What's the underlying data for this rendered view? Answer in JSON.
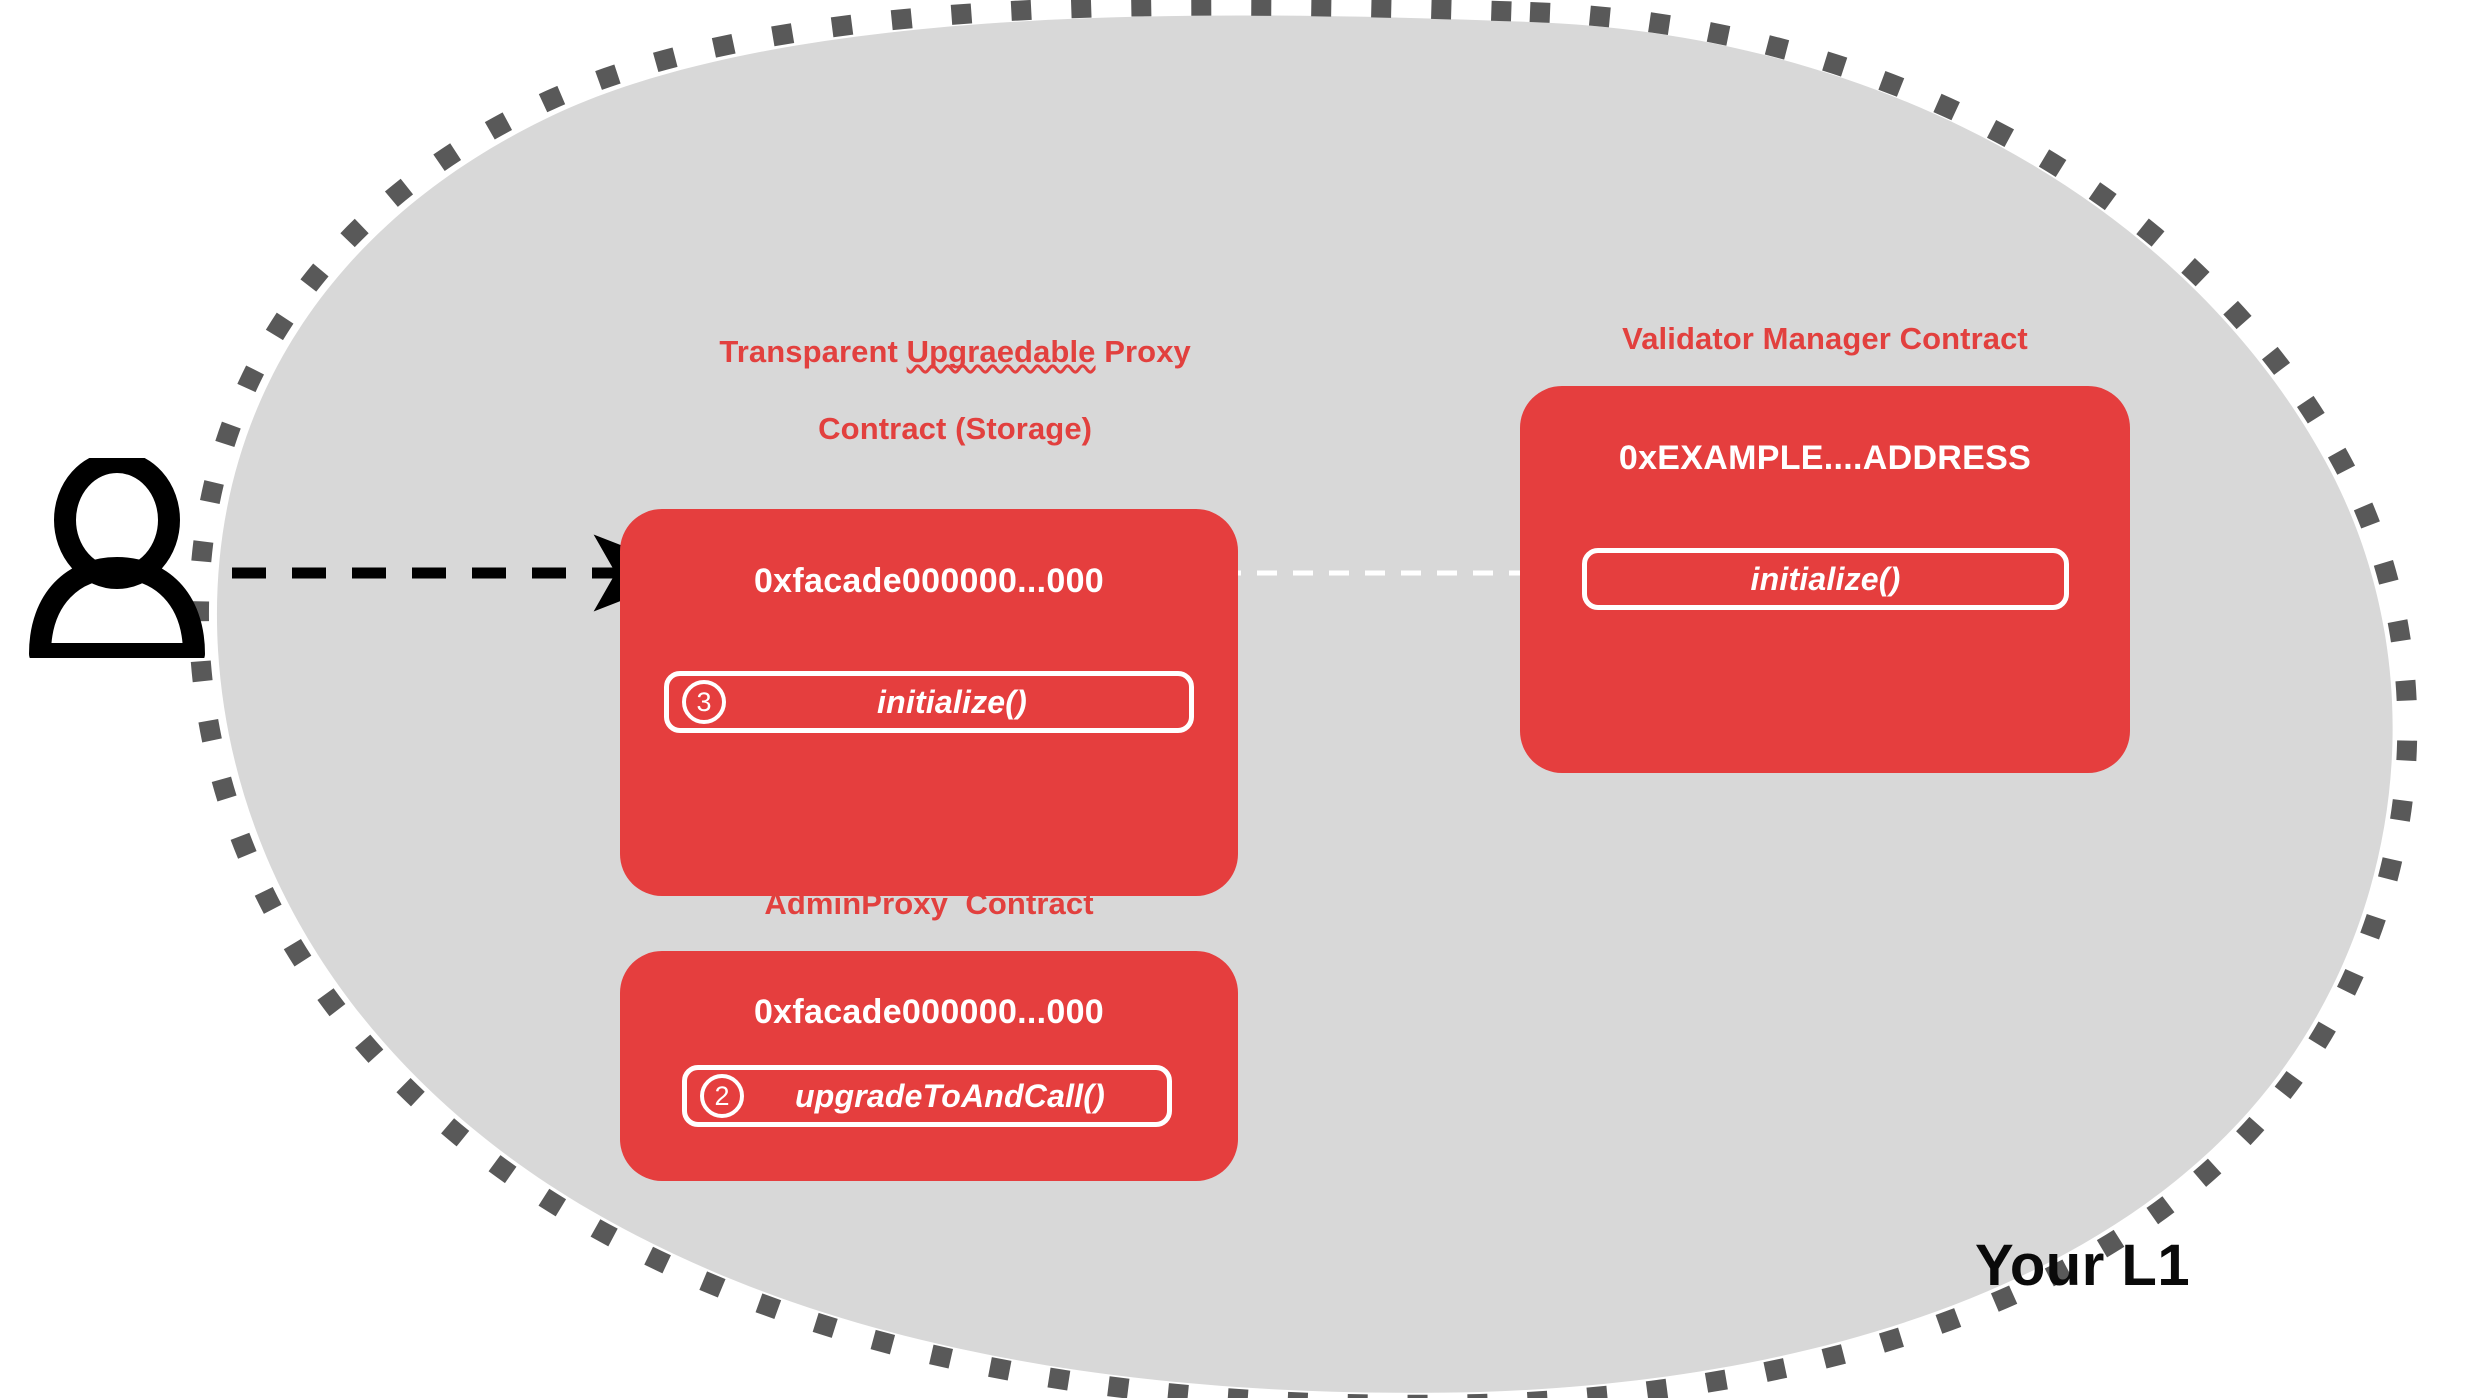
{
  "zone": {
    "label": "Your L1",
    "fill_color": "#D8D8D8",
    "border_color": "#595959"
  },
  "actor": {
    "icon": "user-person-icon"
  },
  "theme": {
    "contract_red": "#E53E3E",
    "title_red": "#E2403E",
    "pill_stroke": "#FFFFFF",
    "arrow_black": "#000000",
    "arrow_white": "#FFFFFF"
  },
  "contracts": [
    {
      "id": "transparent-proxy",
      "title_line1": "Transparent Upgraedable Proxy",
      "title_line2": "Contract (Storage)",
      "misspelled_word": "Upgraedable",
      "address": "0xfacade000000...000",
      "methods": [
        {
          "step": "3",
          "name": "initialize()"
        }
      ]
    },
    {
      "id": "validator-manager",
      "title_line1": "Validator Manager Contract",
      "title_line2": "",
      "address": "0xEXAMPLE....ADDRESS",
      "methods": [
        {
          "step": "",
          "name": "initialize()"
        }
      ]
    },
    {
      "id": "admin-proxy",
      "title_line1": "AdminProxy  Contract",
      "title_line2": "",
      "address": "0xfacade000000...000",
      "methods": [
        {
          "step": "2",
          "name": "upgradeToAndCall()"
        }
      ]
    }
  ],
  "arrows": [
    {
      "id": "user-to-proxy",
      "style": "dashed-black",
      "from": "user",
      "to": "transparent-proxy.initialize"
    },
    {
      "id": "proxy-to-manager",
      "style": "dashed-white",
      "from": "transparent-proxy.initialize",
      "to": "validator-manager.initialize"
    }
  ]
}
